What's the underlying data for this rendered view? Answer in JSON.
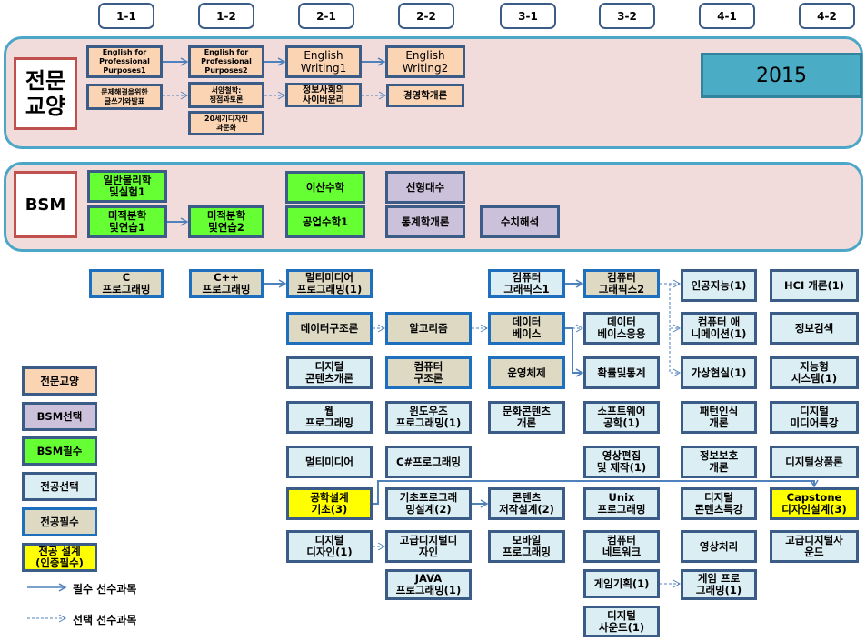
{
  "semesters": [
    "1-1",
    "1-2",
    "2-1",
    "2-2",
    "3-1",
    "3-2",
    "4-1",
    "4-2"
  ],
  "general": {
    "category": "전문\n교양",
    "year": "2015",
    "courses": {
      "efp1": "English for\nProfessional\nPurposes1",
      "efp2": "English for\nProfessional\nPurposes2",
      "ew1": "English\nWriting1",
      "ew2": "English\nWriting2",
      "writing": "문제해결을위한\n글쓰기와발표",
      "philosophy": "서양철학:\n쟁점과토론",
      "design20": "20세기디자인\n과문화",
      "ethics": "정보사회의\n사이버윤리",
      "management": "경영학개론"
    }
  },
  "bsm": {
    "category": "BSM",
    "courses": {
      "physics": "일반물리학\n및실험1",
      "calc1": "미적분학\n및연습1",
      "calc2": "미적분학\n및연습2",
      "discrete": "이산수학",
      "engmath": "공업수학1",
      "linear": "선형대수",
      "stats": "통계학개론",
      "numerical": "수치해석"
    }
  },
  "major": {
    "c": "C\n프로그래밍",
    "cpp": "C++\n프로그래밍",
    "mmprog": "멀티미디어\n프로그래밍(1)",
    "cg1": "컴퓨터\n그래픽스1",
    "cg2": "컴퓨터\n그래픽스2",
    "ai": "인공지능(1)",
    "hci": "HCI 개론(1)",
    "ds": "데이터구조론",
    "algo": "알고리즘",
    "db": "데이터\n베이스",
    "dbapp": "데이터\n베이스응용",
    "anim": "컴퓨터 애\n니메이션(1)",
    "ir": "정보검색",
    "dcintro": "디지털\n콘텐츠개론",
    "arch": "컴퓨터\n구조론",
    "os": "운영체제",
    "prob": "확률및통계",
    "vr": "가상현실(1)",
    "intel": "지능형\n시스템(1)",
    "web": "웹\n프로그래밍",
    "win": "윈도우즈\n프로그래밍(1)",
    "culture": "문화콘텐츠\n개론",
    "se": "소프트웨어\n공학(1)",
    "pattern": "패턴인식\n개론",
    "dmedia": "디지털\n미디어특강",
    "mm": "멀티미디어",
    "csharp": "C#프로그래밍",
    "video": "영상편집\n및 제작(1)",
    "security": "정보보호\n개론",
    "dproduct": "디지털상품론",
    "engdesign": "공학설계\n기초(3)",
    "basicprog": "기초프로그래\n밍설계(2)",
    "content": "콘텐츠\n저작설계(2)",
    "unix": "Unix\n프로그래밍",
    "dcspecial": "디지털\n콘텐츠특강",
    "capstone": "Capstone\n디자인설계(3)",
    "ddesign": "디지털\n디자인(1)",
    "advdesign": "고급디지털디\n자인",
    "mobile": "모바일\n프로그래밍",
    "network": "컴퓨터\n네트워크",
    "imgproc": "영상처리",
    "advsound": "고급디지털사\n운드",
    "java": "JAVA\n프로그래밍(1)",
    "gameplan": "게임기획(1)",
    "gameprog": "게임 프로\n그래밍(1)",
    "dsound": "디지털\n사운드(1)"
  },
  "legend": {
    "general": "전문교양",
    "bsm_elective": "BSM선택",
    "bsm_required": "BSM필수",
    "major_elective": "전공선택",
    "major_required": "전공필수",
    "major_design": "전공 설계\n(인증필수)",
    "required_prereq": "필수 선수과목",
    "optional_prereq": "선택 선수과목"
  },
  "colors": {
    "general": "#fbd4b4",
    "bsm_elective": "#ccc1da",
    "bsm_required": "#66ff33",
    "major_elective": "#dbeef4",
    "major_required": "#ddd9c3",
    "major_design": "#ffff00",
    "panel": "#f2dcdb",
    "year_box": "#4bacc6"
  }
}
